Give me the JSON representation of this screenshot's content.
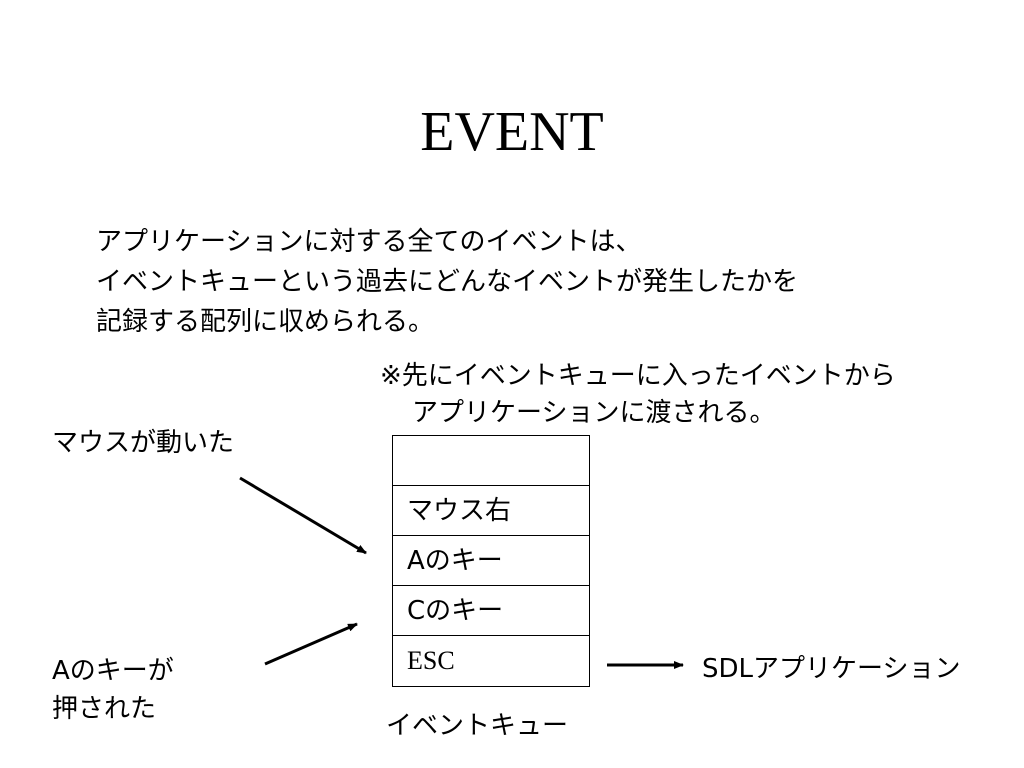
{
  "title": "EVENT",
  "description": [
    "アプリケーションに対する全てのイベントは、",
    "イベントキューという過去にどんなイベントが発生したかを",
    "記録する配列に収められる。"
  ],
  "note": [
    "※先にイベントキューに入ったイベントから",
    "アプリケーションに渡される。"
  ],
  "inputs": {
    "mouse_moved": "マウスが動いた",
    "a_key_line1": "Aのキーが",
    "a_key_line2": "押された"
  },
  "queue": {
    "cells": [
      "",
      "マウス右",
      "Aのキー",
      "Cのキー",
      "ESC"
    ],
    "caption": "イベントキュー"
  },
  "output": "SDLアプリケーション"
}
